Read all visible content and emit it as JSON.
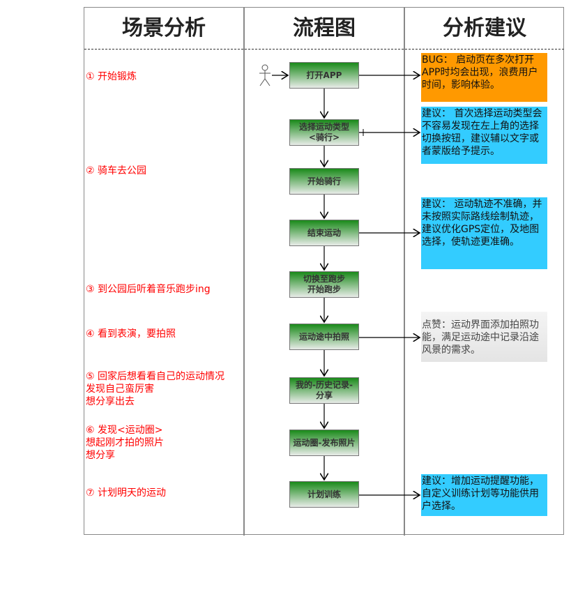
{
  "headers": {
    "scenario": "场景分析",
    "flow": "流程图",
    "advice": "分析建议"
  },
  "scenarios": [
    {
      "lines": [
        "① 开始锻炼"
      ]
    },
    {
      "lines": [
        "② 骑车去公园"
      ]
    },
    {
      "lines": [
        "③ 到公园后听着音乐跑步ing"
      ]
    },
    {
      "lines": [
        "④ 看到表演，要拍照"
      ]
    },
    {
      "lines": [
        "⑤ 回家后想看看自己的运动情况",
        "发现自己蛮厉害",
        "想分享出去"
      ]
    },
    {
      "lines": [
        "⑥ 发现<运动圈>",
        "想起刚才拍的照片",
        "想分享"
      ]
    },
    {
      "lines": [
        "⑦ 计划明天的运动"
      ]
    }
  ],
  "flow_steps": [
    {
      "lines": [
        "打开APP"
      ]
    },
    {
      "lines": [
        "选择运动类型",
        "<骑行>"
      ]
    },
    {
      "lines": [
        "开始骑行"
      ]
    },
    {
      "lines": [
        "结束运动"
      ]
    },
    {
      "lines": [
        "切换至跑步",
        "开始跑步"
      ]
    },
    {
      "lines": [
        "运动途中拍照"
      ]
    },
    {
      "lines": [
        "我的-历史记录-",
        "分享"
      ]
    },
    {
      "lines": [
        "运动圈-发布照片"
      ]
    },
    {
      "lines": [
        "计划训练"
      ]
    }
  ],
  "notes": [
    {
      "text": "BUG： 启动页在多次打开APP时均会出现，浪费用户时间，影响体验。",
      "color": "#ff9900"
    },
    {
      "text": "建议： 首次选择运动类型会不容易发现在左上角的选择切换按钮，建议辅以文字或者蒙版给予提示。",
      "color": "#33ccff"
    },
    {
      "text": "建议： 运动轨迹不准确，并未按照实际路线绘制轨迹，建议优化GPS定位，及地图选择，使轨迹更准确。",
      "color": "#33ccff"
    },
    {
      "text": "点赞：运动界面添加拍照功能，满足运动途中记录沿途风景的需求。",
      "color": "#eeeeee"
    },
    {
      "text": "建议：增加运动提醒功能，自定义训练计划等功能供用户选择。",
      "color": "#33ccff"
    }
  ],
  "icons": {
    "user": "person-icon"
  }
}
